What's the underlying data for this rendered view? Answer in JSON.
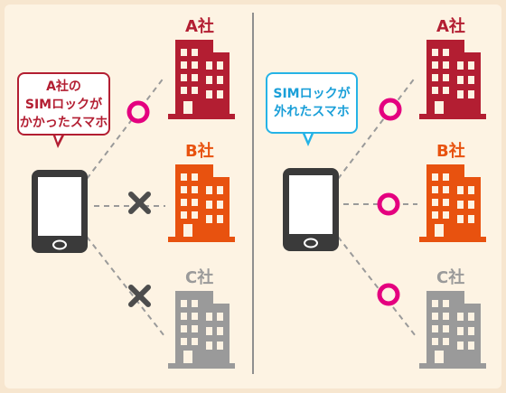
{
  "left_panel": {
    "bubble_lines": [
      "A社の",
      "SIMロックが",
      "かかったスマホ"
    ],
    "companies": [
      {
        "label": "A社",
        "color": "#b31e32",
        "connection": "circle"
      },
      {
        "label": "B社",
        "color": "#e8520f",
        "connection": "cross"
      },
      {
        "label": "C社",
        "color": "#9a9a9a",
        "connection": "cross"
      }
    ]
  },
  "right_panel": {
    "bubble_lines": [
      "SIMロックが",
      "外れたスマホ"
    ],
    "companies": [
      {
        "label": "A社",
        "color": "#b31e32",
        "connection": "circle"
      },
      {
        "label": "B社",
        "color": "#e8520f",
        "connection": "circle"
      },
      {
        "label": "C社",
        "color": "#9a9a9a",
        "connection": "circle"
      }
    ]
  },
  "colors": {
    "background": "#f7e6cf",
    "panel": "#fdf3e3",
    "circle_mark": "#e4007f",
    "cross_mark": "#4d4d4d",
    "dashed_line": "#9a9a9a",
    "phone_body": "#3a3a3a",
    "left_bubble_border": "#b31e32",
    "right_bubble_border": "#25b3e6"
  }
}
